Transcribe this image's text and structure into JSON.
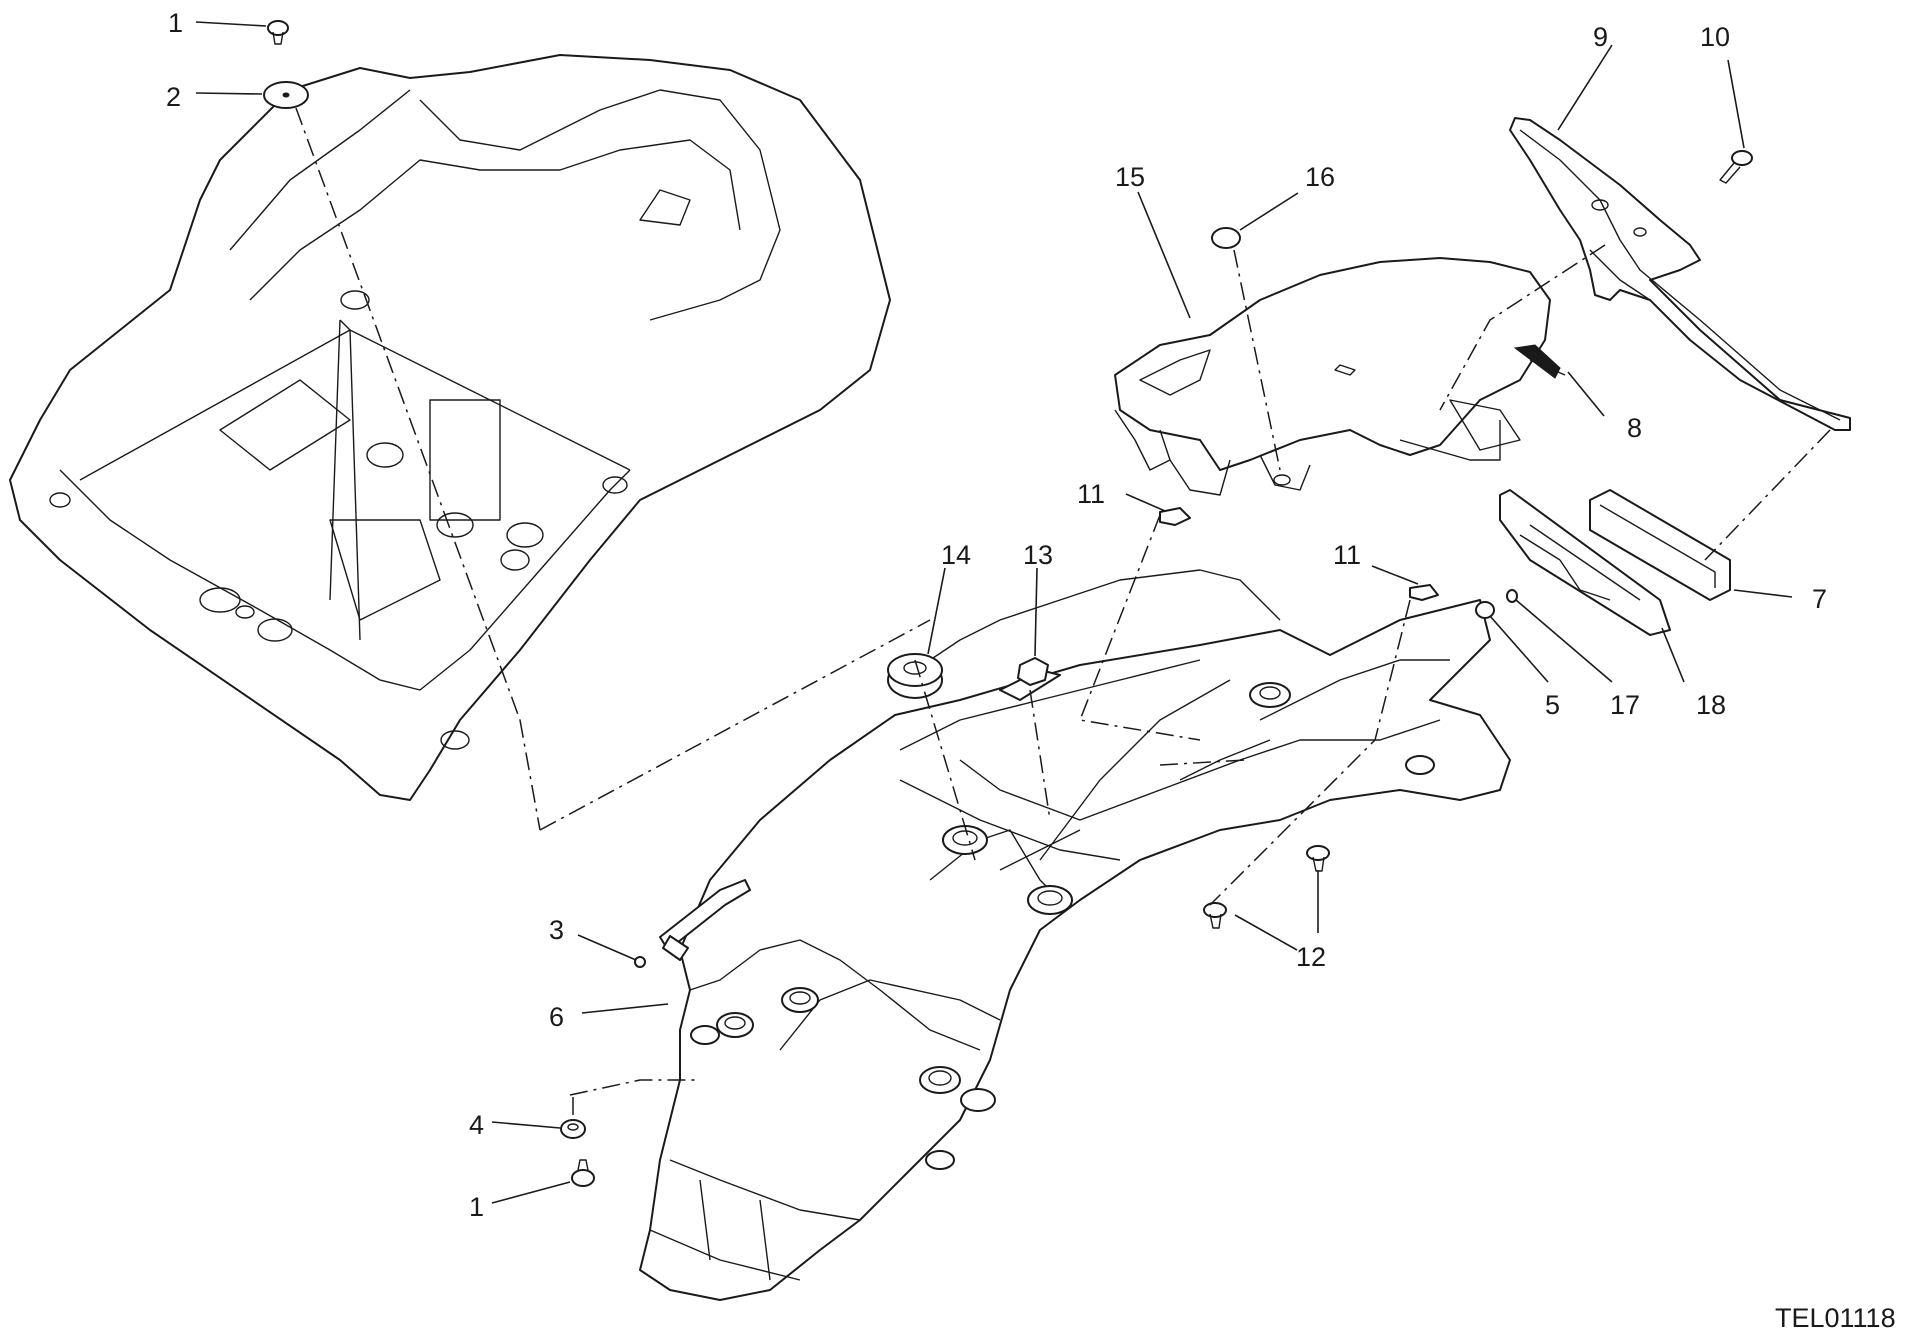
{
  "drawing_code": "TEL01118",
  "callouts": [
    {
      "id": "c1a",
      "label": "1"
    },
    {
      "id": "c2",
      "label": "2"
    },
    {
      "id": "c9",
      "label": "9"
    },
    {
      "id": "c10",
      "label": "10"
    },
    {
      "id": "c15",
      "label": "15"
    },
    {
      "id": "c16",
      "label": "16"
    },
    {
      "id": "c8",
      "label": "8"
    },
    {
      "id": "c11a",
      "label": "11"
    },
    {
      "id": "c14",
      "label": "14"
    },
    {
      "id": "c13",
      "label": "13"
    },
    {
      "id": "c11b",
      "label": "11"
    },
    {
      "id": "c7",
      "label": "7"
    },
    {
      "id": "c5",
      "label": "5"
    },
    {
      "id": "c17",
      "label": "17"
    },
    {
      "id": "c18",
      "label": "18"
    },
    {
      "id": "c3",
      "label": "3"
    },
    {
      "id": "c12",
      "label": "12"
    },
    {
      "id": "c6",
      "label": "6"
    },
    {
      "id": "c4",
      "label": "4"
    },
    {
      "id": "c1b",
      "label": "1"
    }
  ]
}
